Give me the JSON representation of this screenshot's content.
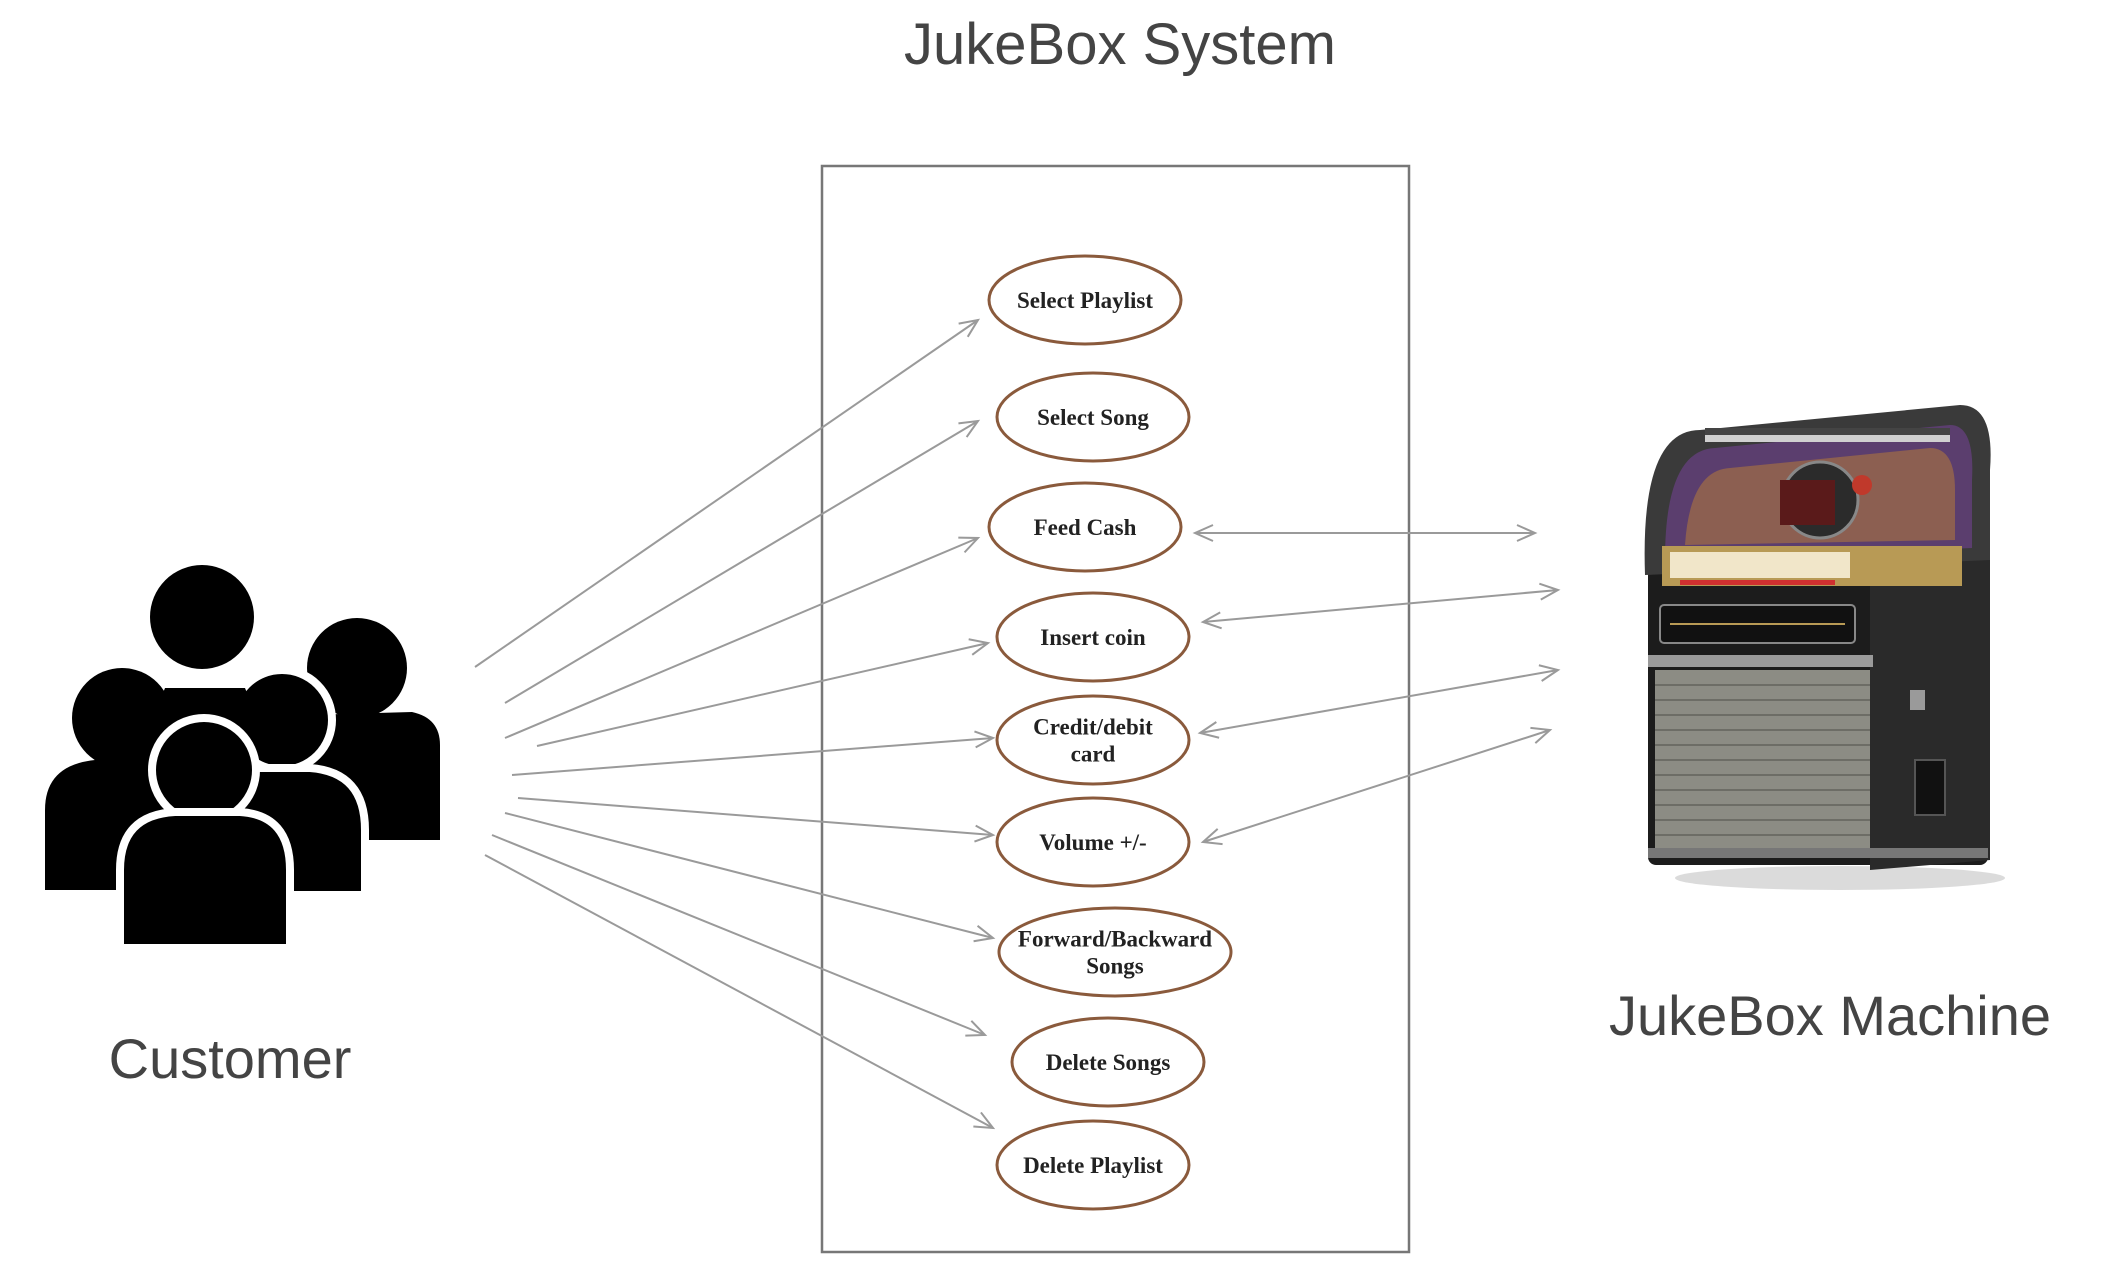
{
  "diagram": {
    "title": "JukeBox System",
    "actors": {
      "customer": {
        "label": "Customer",
        "icon": "user-group-icon"
      },
      "machine": {
        "label": "JukeBox Machine",
        "icon": "jukebox-image"
      }
    },
    "use_cases": [
      {
        "id": "select-playlist",
        "lines": [
          "Select Playlist"
        ]
      },
      {
        "id": "select-song",
        "lines": [
          "Select Song"
        ]
      },
      {
        "id": "feed-cash",
        "lines": [
          "Feed Cash"
        ]
      },
      {
        "id": "insert-coin",
        "lines": [
          "Insert coin"
        ]
      },
      {
        "id": "credit-debit-card",
        "lines": [
          "Credit/debit",
          "card"
        ]
      },
      {
        "id": "volume",
        "lines": [
          "Volume +/-"
        ]
      },
      {
        "id": "forward-backward-songs",
        "lines": [
          "Forward/Backward",
          "Songs"
        ]
      },
      {
        "id": "delete-songs",
        "lines": [
          "Delete Songs"
        ]
      },
      {
        "id": "delete-playlist",
        "lines": [
          "Delete Playlist"
        ]
      }
    ],
    "colors": {
      "ellipse_stroke": "#8a5a3c",
      "arrow": "#9a9a9a",
      "boundary": "#777777",
      "text": "#444444"
    }
  }
}
